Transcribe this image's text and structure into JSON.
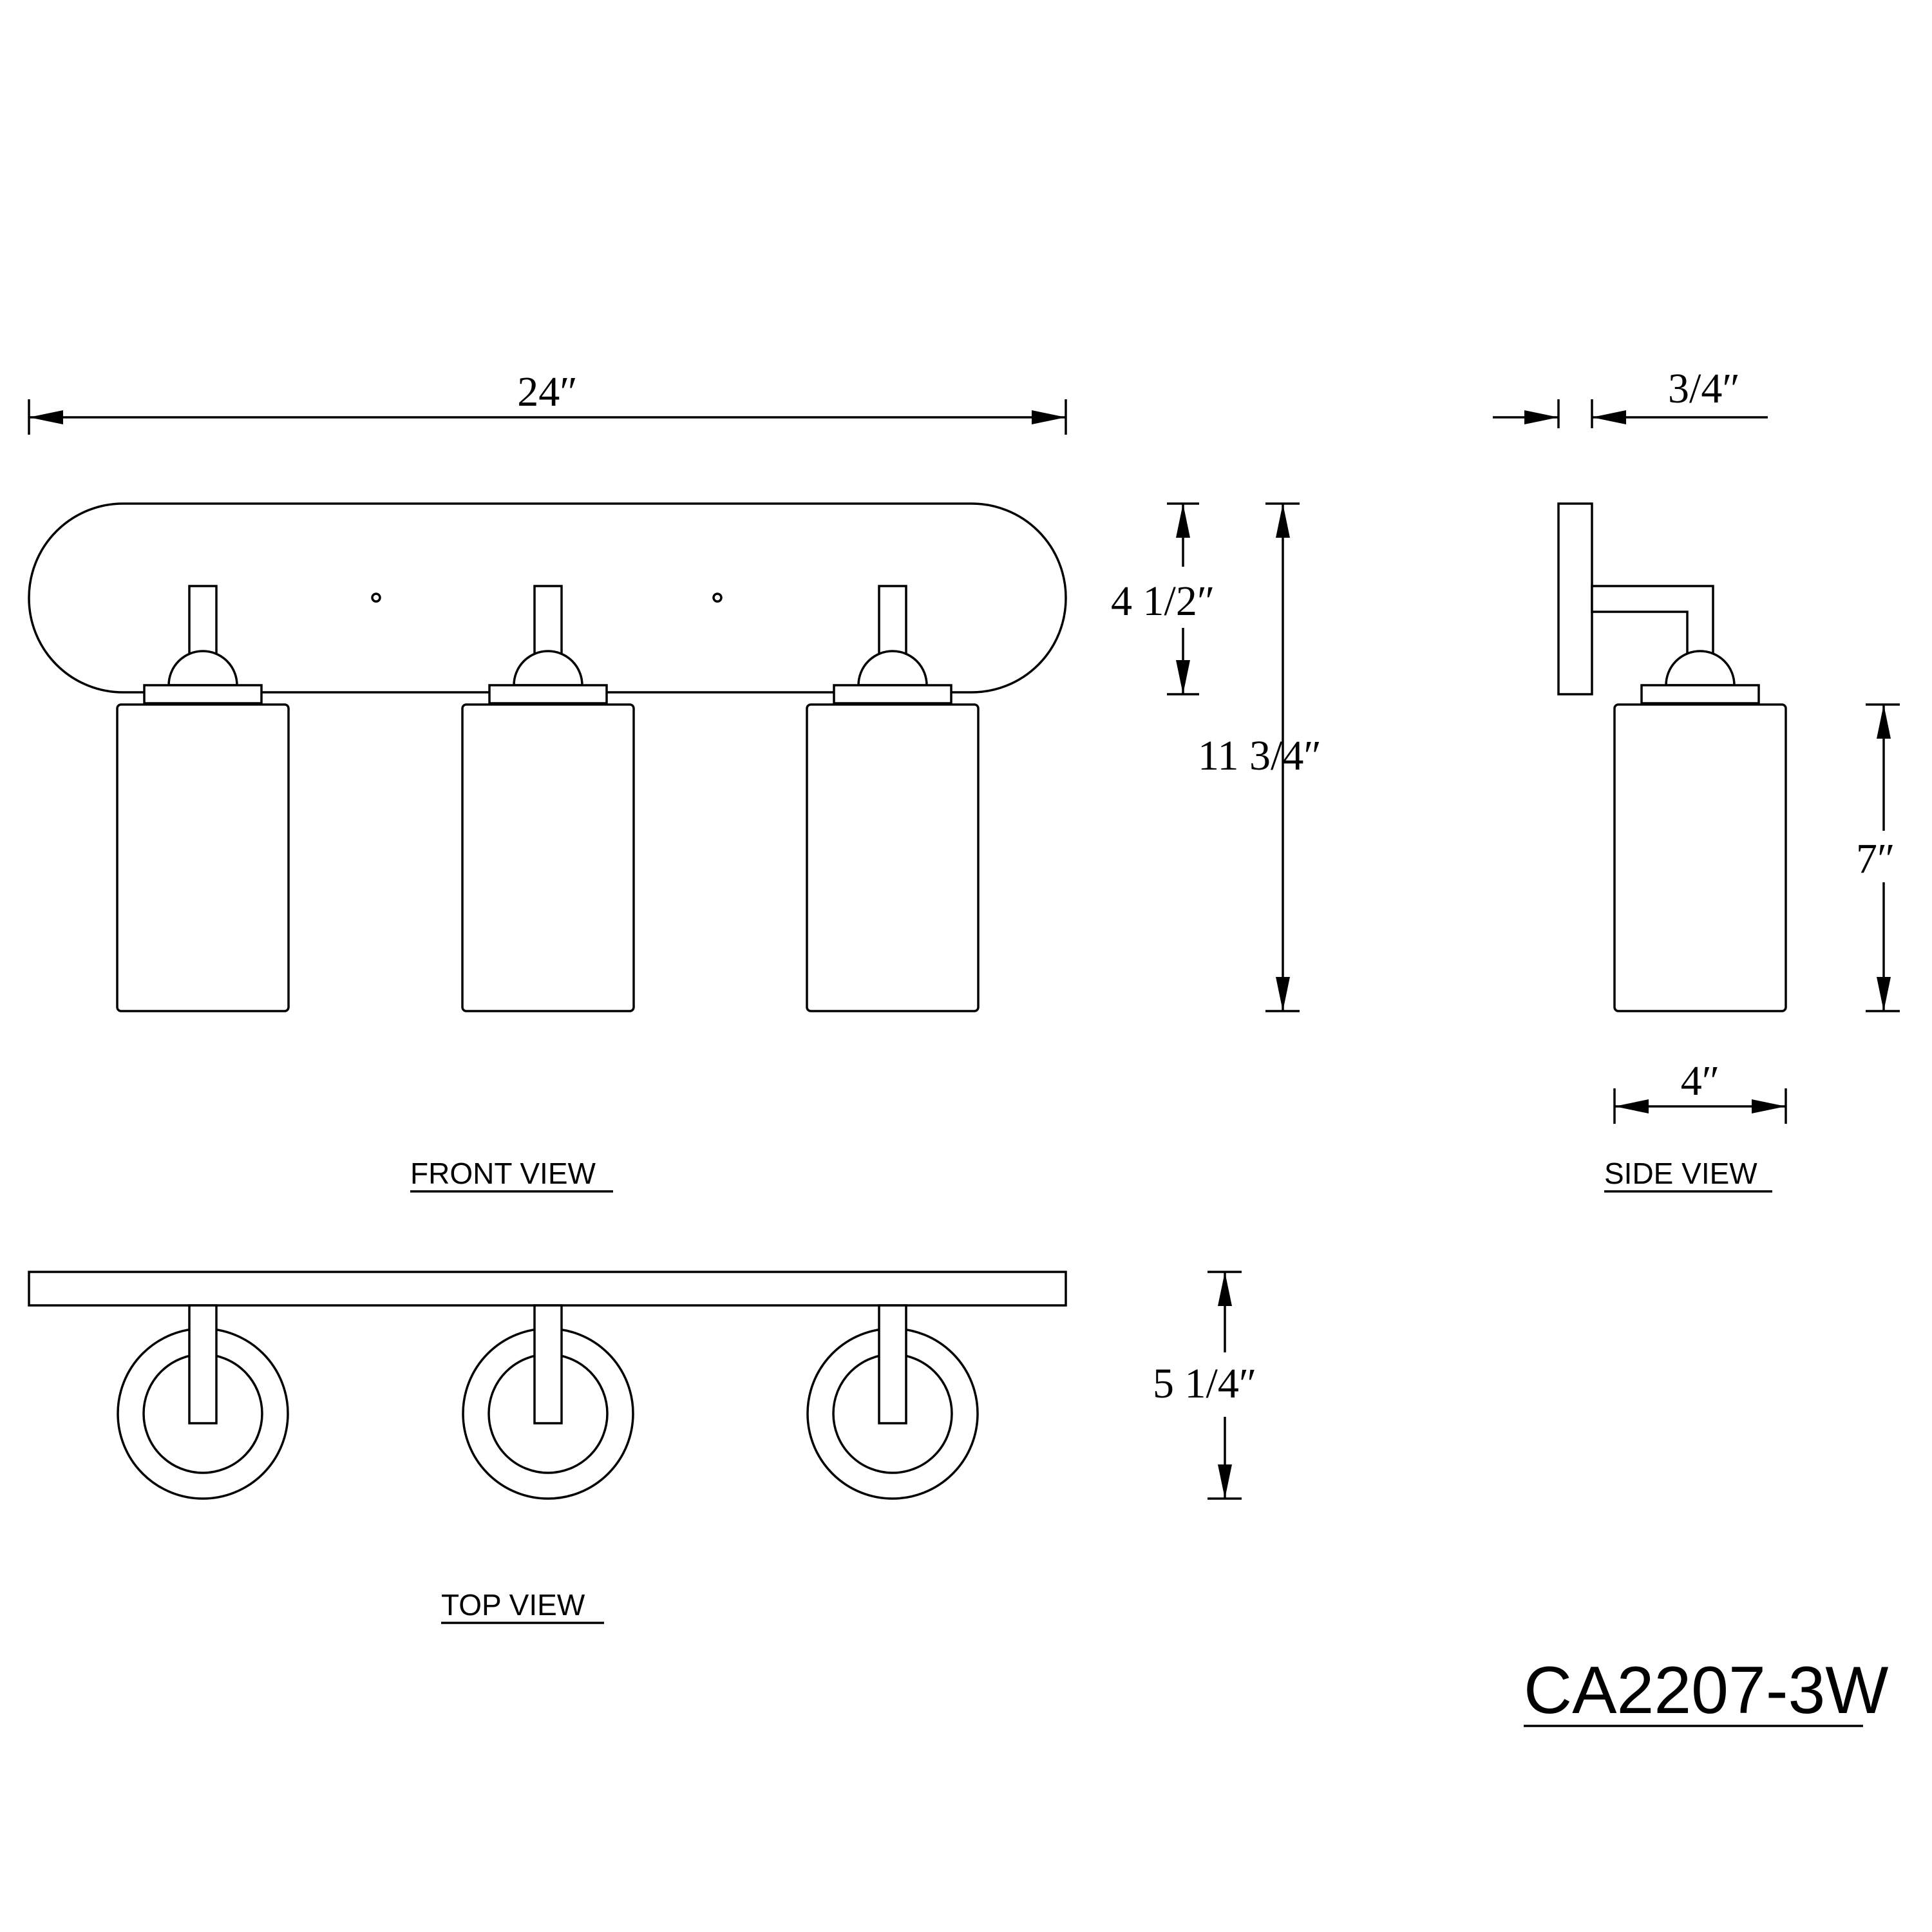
{
  "drawing": {
    "model_number": "CA2207-3W",
    "views": {
      "front": "FRONT  VIEW",
      "side": "SIDE  VIEW",
      "top": "TOP  VIEW"
    },
    "dimensions": {
      "overall_width": "24″",
      "backplate_height": "4  1/2″",
      "overall_height": "11  3/4″",
      "backplate_depth": "3/4″",
      "shade_height": "7″",
      "shade_width": "4″",
      "overall_depth": "5  1/4″"
    }
  }
}
